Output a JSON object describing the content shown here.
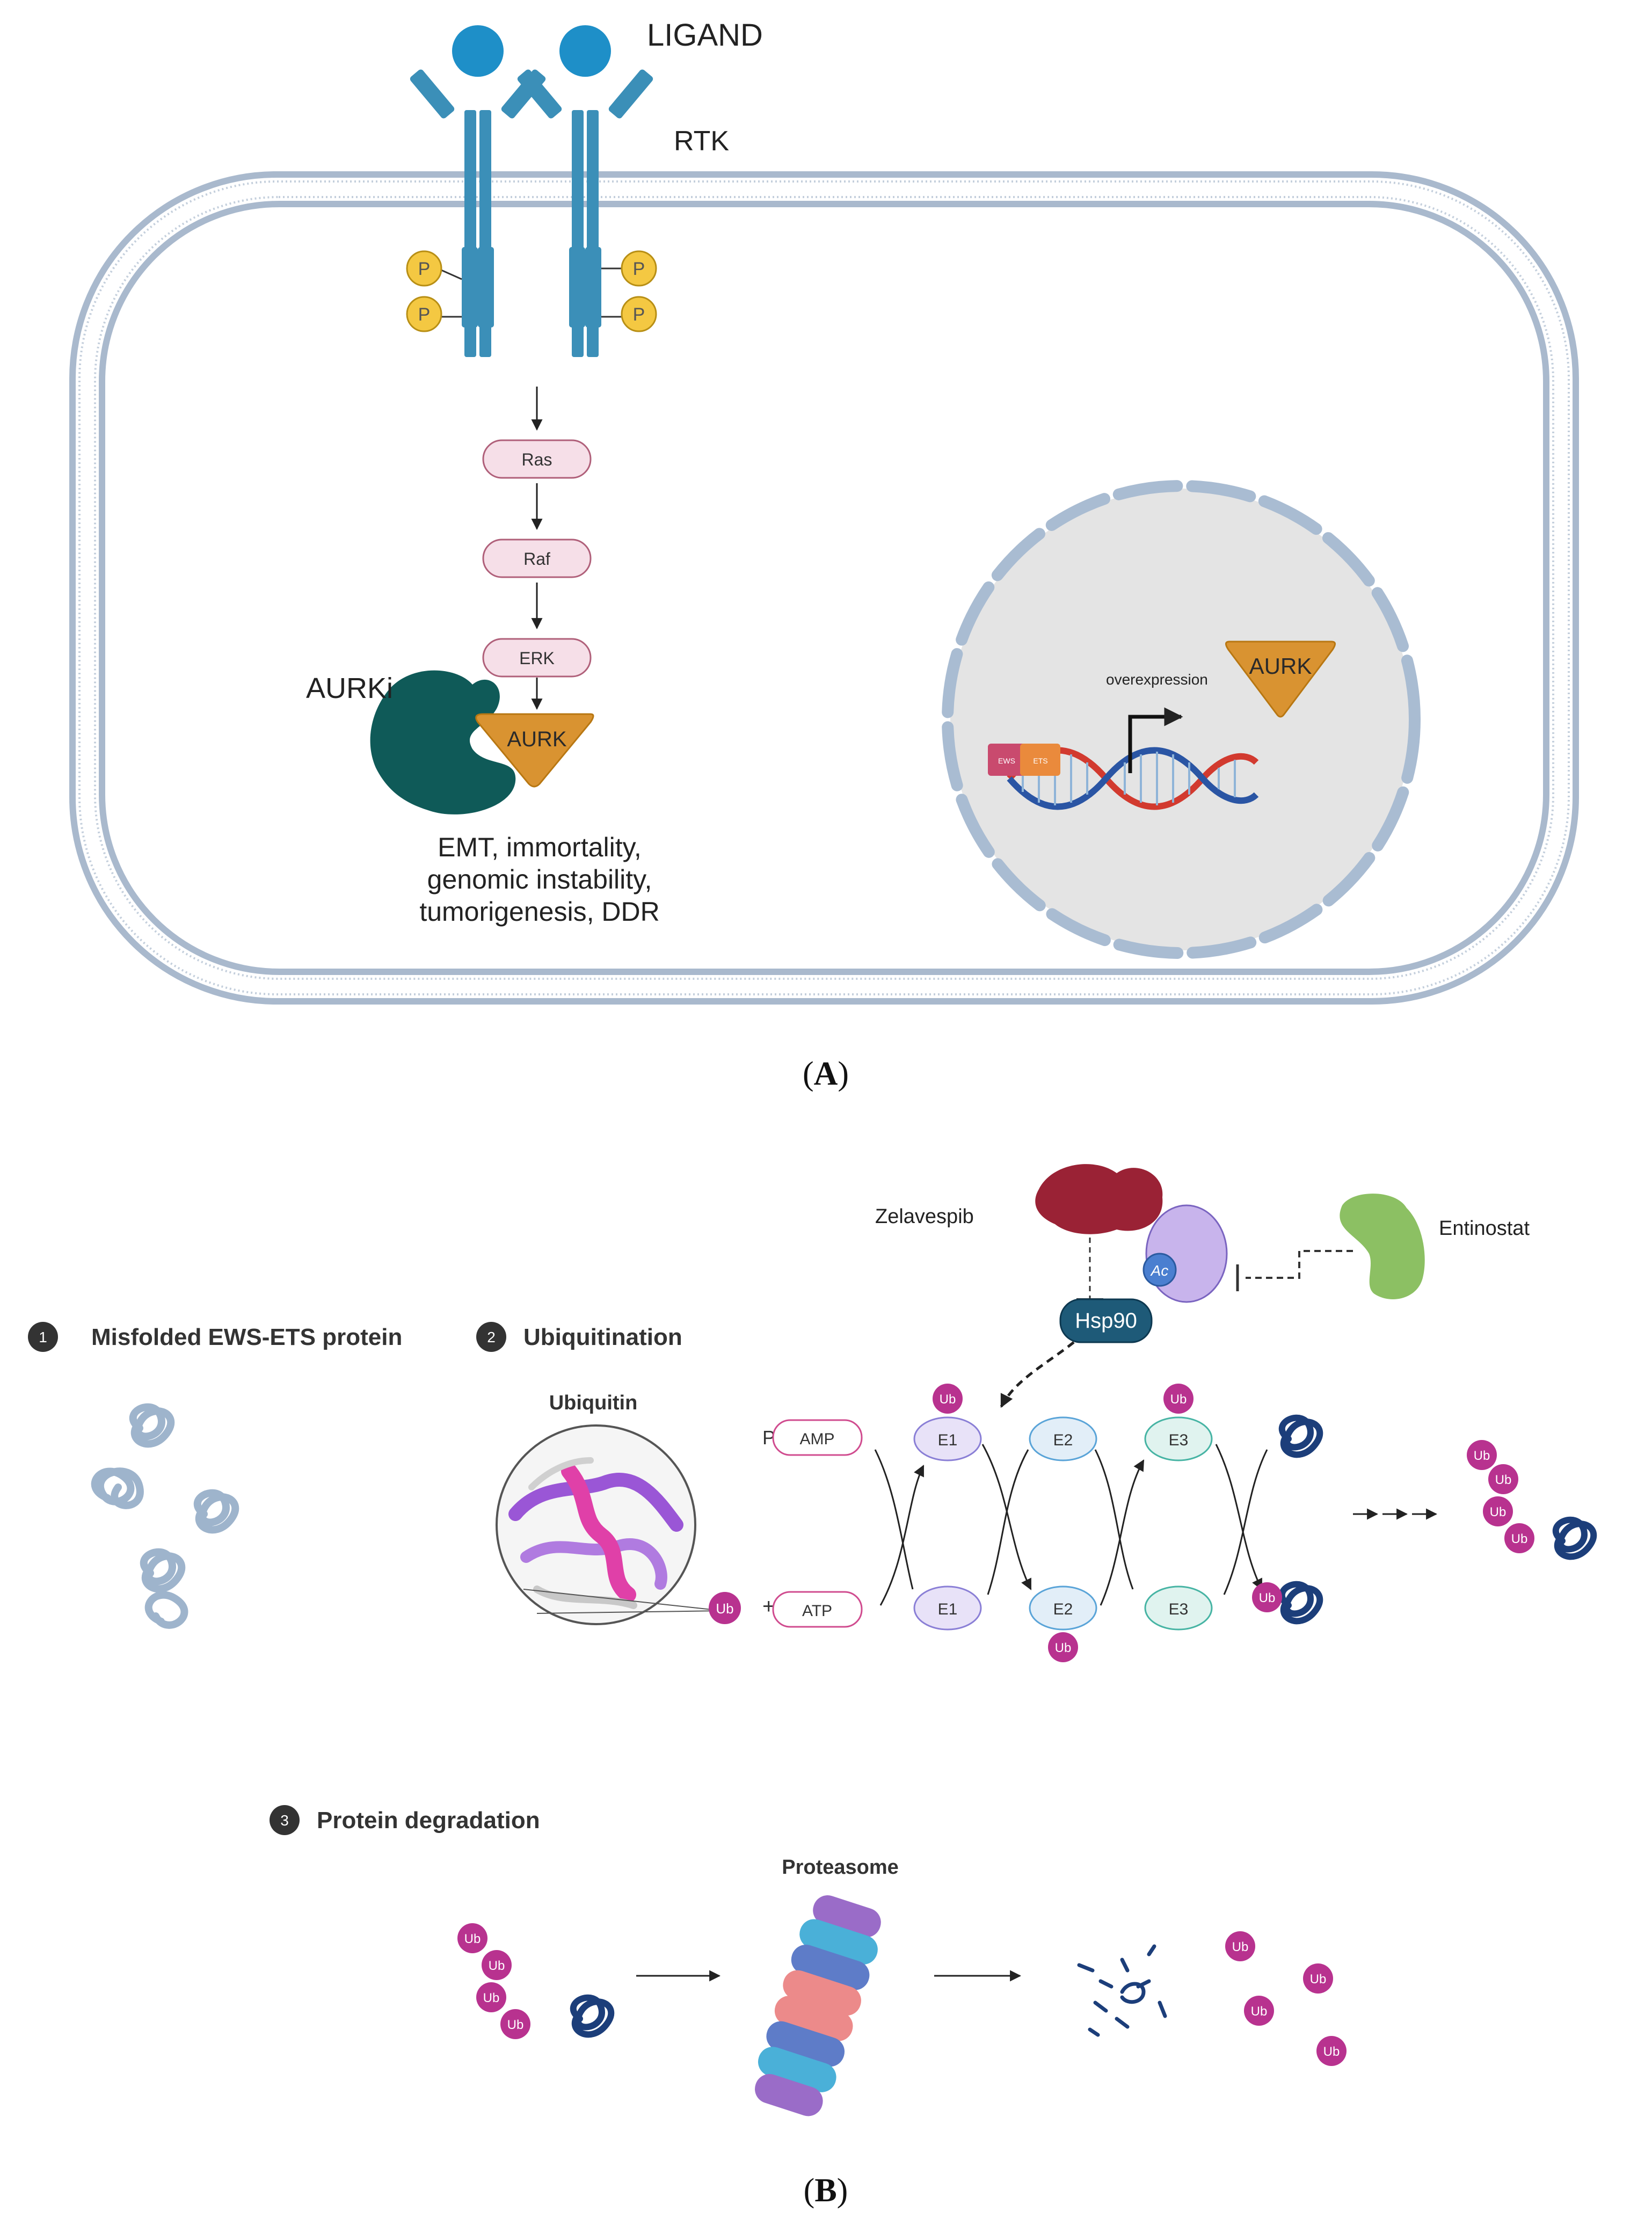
{
  "panelA": {
    "ligand_label": "LIGAND",
    "rtk_label": "RTK",
    "phospho_label": "P",
    "pathway": [
      "Ras",
      "Raf",
      "ERK"
    ],
    "aurk_label": "AURK",
    "aurki_label": "AURKi",
    "effects": [
      "EMT, immortality,",
      "genomic instability,",
      "tumorigenesis, DDR"
    ],
    "overexpression_label": "overexpression",
    "nucleus_aurk_label": "AURK",
    "fusion_left": "EWS",
    "fusion_right": "ETS",
    "caption": {
      "open": "(",
      "letter": "A",
      "close": ")"
    }
  },
  "panelB": {
    "zelavespib_label": "Zelavespib",
    "entinostat_label": "Entinostat",
    "ac_label": "Ac",
    "hsp90_label": "Hsp90",
    "steps": [
      {
        "number": "1",
        "label": "Misfolded EWS-ETS protein"
      },
      {
        "number": "2",
        "label": "Ubiquitination"
      },
      {
        "number": "3",
        "label": "Protein degradation"
      }
    ],
    "ubiquitin_title": "Ubiquitin",
    "ub_label": "Ub",
    "ppi_label": "PPi +",
    "amp_label": "AMP",
    "atp_label": "ATP",
    "plus_label": "+",
    "enzymes": [
      "E1",
      "E2",
      "E3"
    ],
    "proteasome_label": "Proteasome",
    "caption": {
      "open": "(",
      "letter": "B",
      "close": ")"
    },
    "colors": {
      "ub": "#b8328f",
      "hsp90": "#1e5a78",
      "zelavespib": "#9a2235",
      "entinostat": "#8cc063",
      "e1": "#8a7fd6",
      "e2": "#5aa4d8",
      "e3": "#47b4a4"
    }
  }
}
